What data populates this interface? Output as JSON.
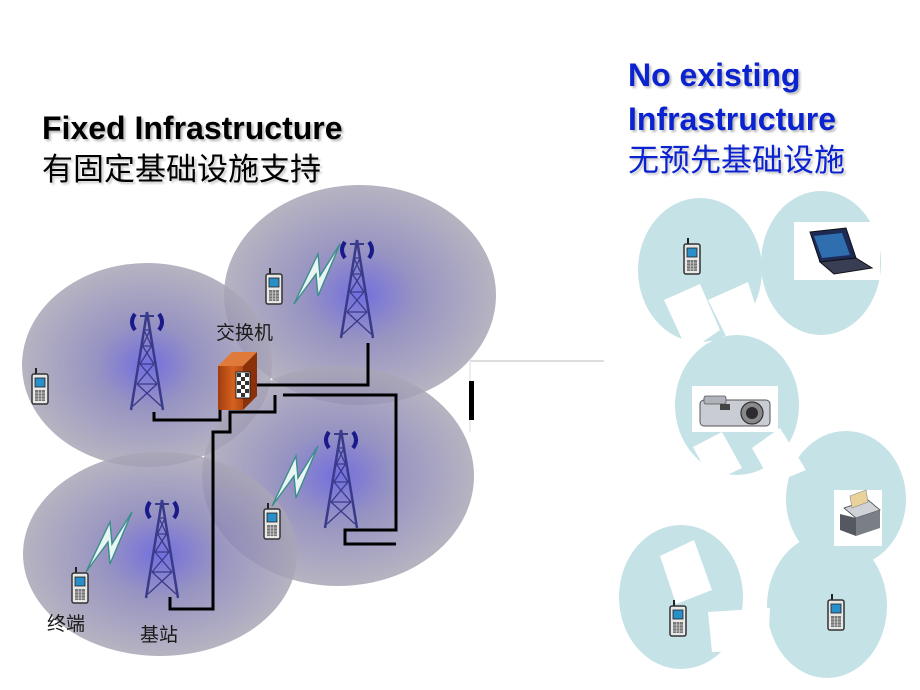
{
  "left": {
    "title_en": "Fixed Infrastructure",
    "title_zh": "有固定基础设施支持",
    "switch_label": "交换机",
    "terminal_label": "终端",
    "base_station_label": "基站"
  },
  "right": {
    "title_en_line1": "No existing",
    "title_en_line2": "Infrastructure",
    "title_zh": "无预先基础设施"
  },
  "colors": {
    "right_title": "#0b22d0",
    "left_title": "#000000",
    "cell_fill": "#8e8a9c",
    "adhoc_cell": "#c5e2e6",
    "switch": "#c2521a",
    "tower": "#3a3a8a"
  },
  "icons": [
    "cell-tower-icon",
    "mobile-phone-icon",
    "switch-icon",
    "laptop-icon",
    "camera-icon",
    "printer-icon",
    "lightning-icon"
  ]
}
